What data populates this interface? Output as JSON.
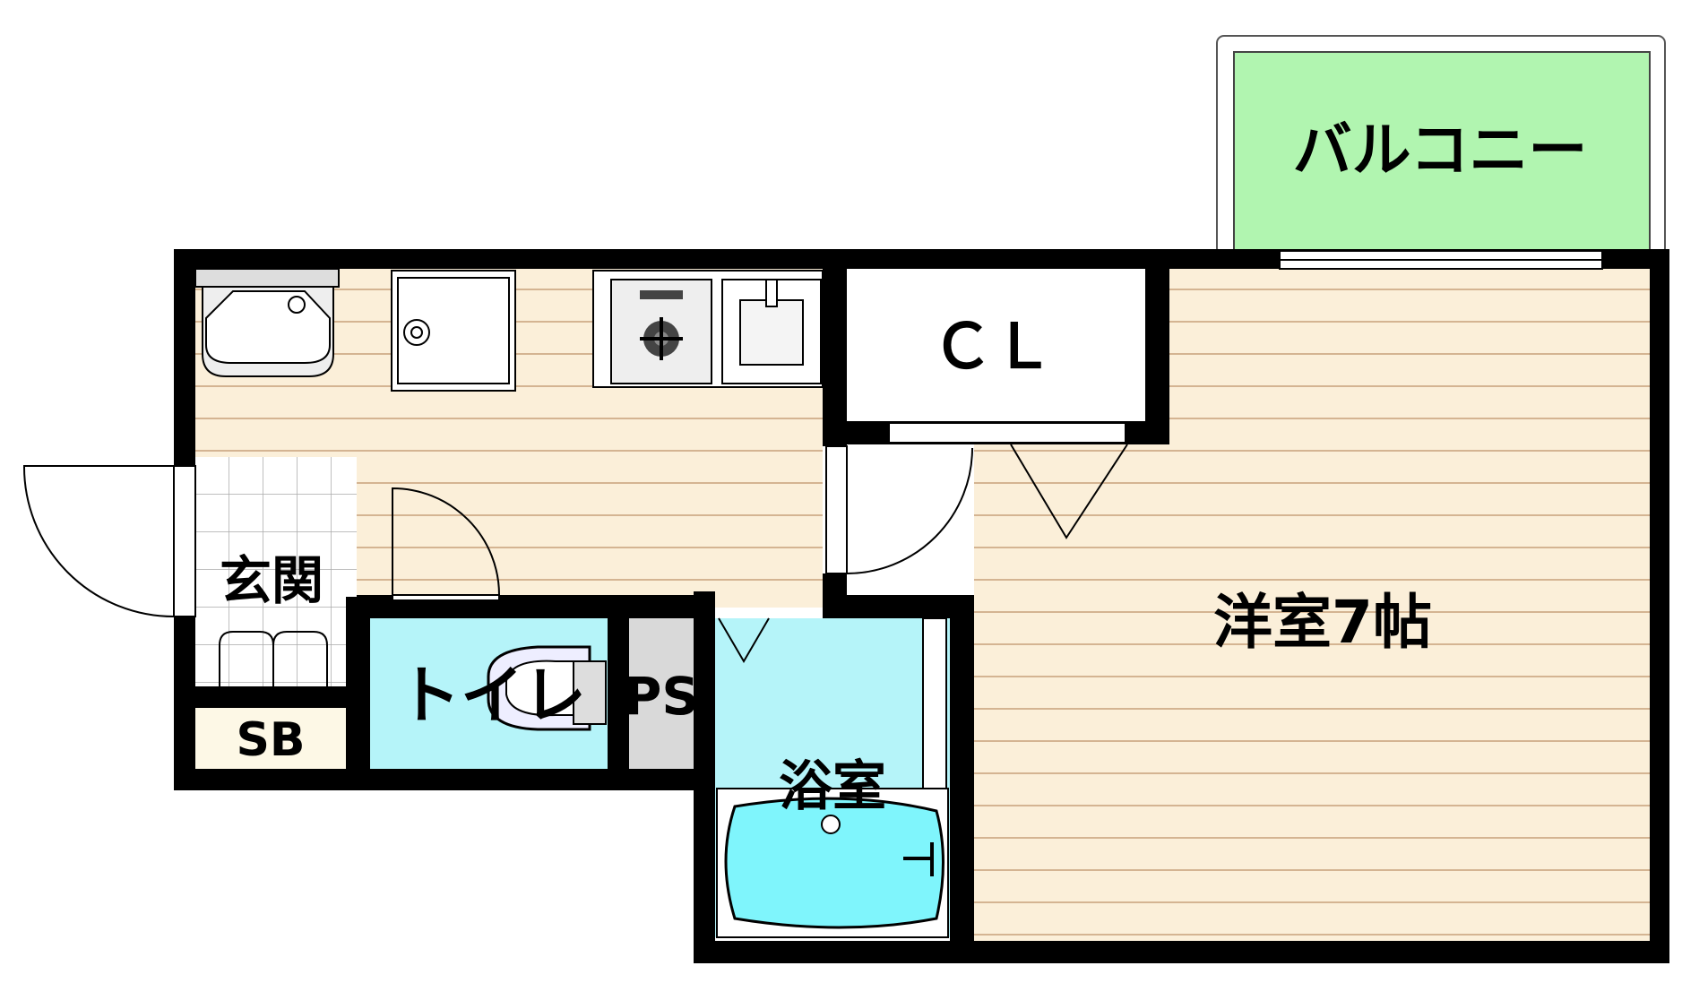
{
  "rooms": {
    "balcony": "バルコニー",
    "closet": "ＣＬ",
    "western_room": "洋室7帖",
    "entrance": "玄関",
    "shoe_box": "SB",
    "toilet": "トイレ",
    "pipe_space": "PS",
    "bathroom": "浴室"
  },
  "colors": {
    "wood_floor": "#fbefd9",
    "floor_line": "#c8a07a",
    "wet_area": "#b5f4f9",
    "tub_water": "#7ff5fc",
    "balcony_fill": "#b1f5b0",
    "pipe_space_fill": "#d9d9d9",
    "wall": "#000000"
  }
}
